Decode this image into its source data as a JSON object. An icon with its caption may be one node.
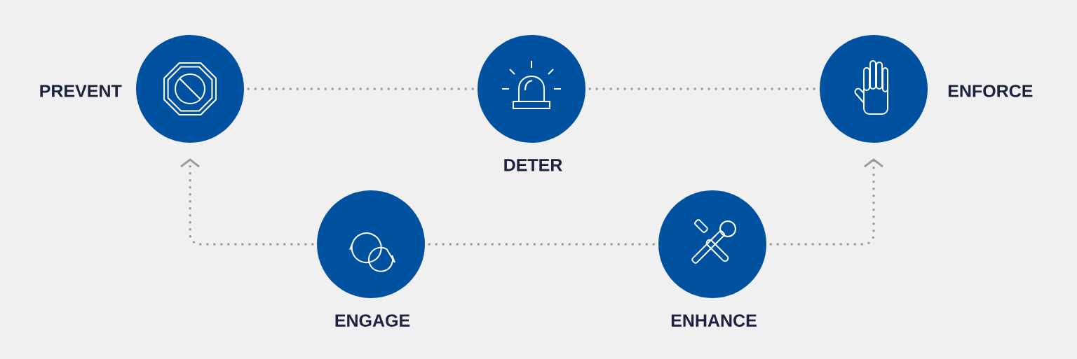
{
  "diagram": {
    "nodes": [
      {
        "text": [
          "PREVENT"
        ]
      },
      {
        "text": [
          "DETER"
        ]
      },
      {
        "text": [
          "ENFORCE"
        ]
      },
      {
        "text": [
          "ENGAGE"
        ]
      },
      {
        "text": [
          "ENHANCE"
        ]
      }
    ],
    "edges": [
      {
        "from": 0,
        "to": 1,
        "arrow": "none"
      },
      {
        "from": 1,
        "to": 2,
        "arrow": "none"
      },
      {
        "from": 3,
        "to": 0,
        "arrow": "to"
      },
      {
        "from": 3,
        "to": 4,
        "arrow": "none"
      },
      {
        "from": 4,
        "to": 2,
        "arrow": "to"
      }
    ]
  }
}
